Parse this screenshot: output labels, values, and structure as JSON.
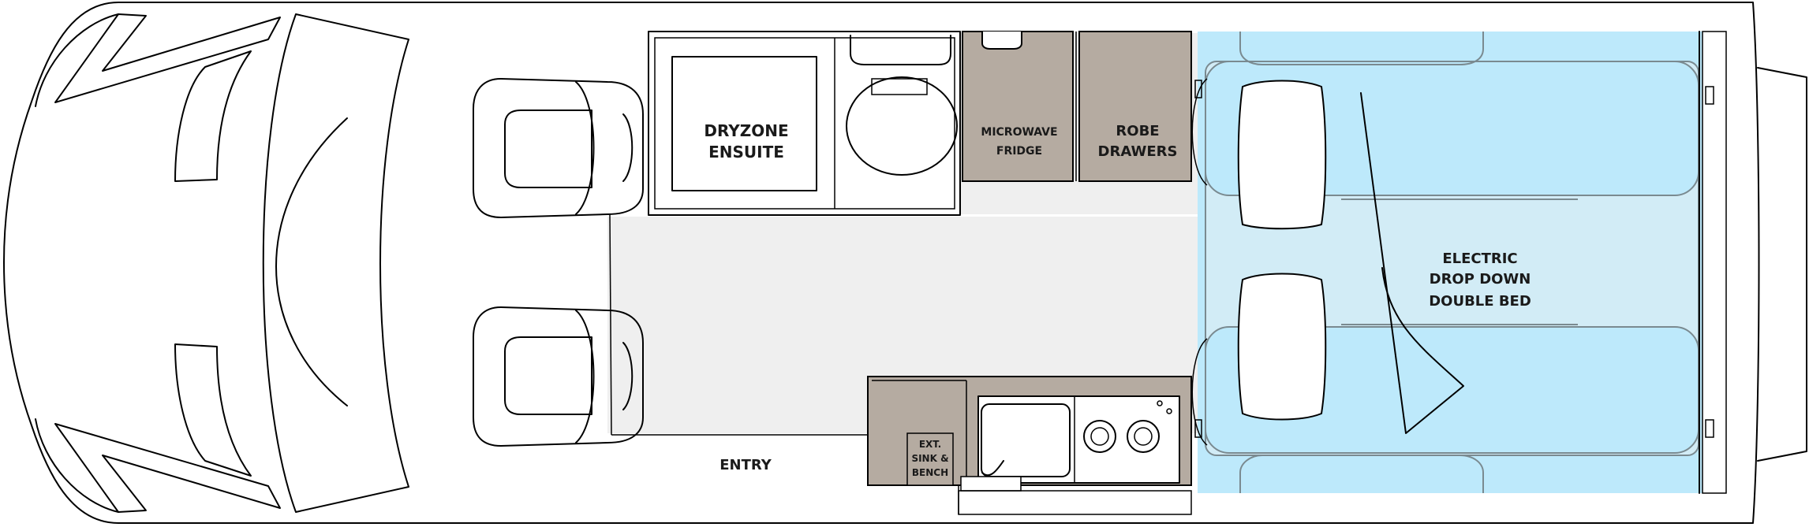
{
  "labels": {
    "ensuite_line1": "DRYZONE",
    "ensuite_line2": "ENSUITE",
    "fridge_line1": "MICROWAVE",
    "fridge_line2": "FRIDGE",
    "robe_line1": "ROBE",
    "robe_line2": "DRAWERS",
    "bed_line1": "ELECTRIC",
    "bed_line2": "DROP DOWN",
    "bed_line3": "DOUBLE BED",
    "entry": "ENTRY",
    "ext_line1": "EXT.",
    "ext_line2": "SINK &",
    "ext_line3": "BENCH"
  },
  "colors": {
    "floor": "#efefef",
    "bed": "#bde9fb",
    "cabinetry": "#b5aba1",
    "outline": "#000000"
  }
}
